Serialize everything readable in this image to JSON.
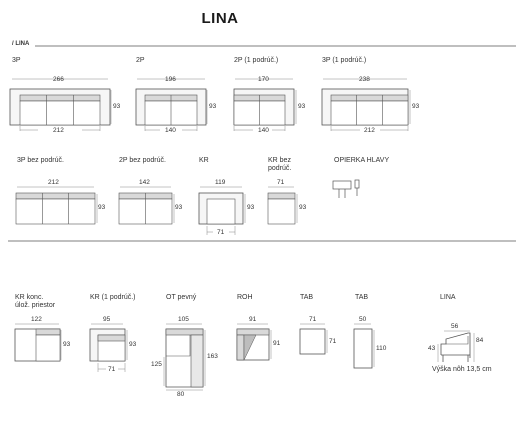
{
  "page": {
    "title": "LINA",
    "section": "/ LINA",
    "colors": {
      "line": "#555555",
      "thin": "#888888",
      "seat": "#d9d9d9",
      "armrest": "#e8e8e8",
      "frame": "#f6f6f6"
    }
  },
  "modules": [
    {
      "label": "3P",
      "width": "266",
      "height": "93",
      "depth": "212"
    },
    {
      "label": "2P",
      "width": "196",
      "height": "93",
      "depth": "140"
    },
    {
      "label": "2P (1 podrúč.)",
      "width": "170",
      "height": "93",
      "depth": "140"
    },
    {
      "label": "3P (1 podrúč.)",
      "width": "238",
      "height": "93",
      "depth": "212"
    },
    {
      "label": "3P bez podrúč.",
      "width": "212",
      "height": "93"
    },
    {
      "label": "2P bez podrúč.",
      "width": "142",
      "height": "93"
    },
    {
      "label": "KR",
      "width": "119",
      "height": "93",
      "depth": "71"
    },
    {
      "label": "KR bez\npodrúč.",
      "width": "71",
      "height": "93"
    },
    {
      "label": "OPIERKA HLAVY"
    },
    {
      "label": "KR konc.\núlož. priestor",
      "width": "122",
      "height": "93"
    },
    {
      "label": "KR (1 podrúč.)",
      "width": "95",
      "height": "93",
      "depth": "71"
    },
    {
      "label": "OT pevný",
      "width": "105",
      "height": "163",
      "depth": "80",
      "extra": "125"
    },
    {
      "label": "ROH",
      "width": "91",
      "height": "91"
    },
    {
      "label": "TAB",
      "width": "71",
      "height": "71"
    },
    {
      "label": "TAB",
      "width": "50",
      "height": "110"
    },
    {
      "label": "LINA",
      "width": "56",
      "height": "84",
      "extra": "43"
    }
  ],
  "note": "Výška nôh 13,5 cm"
}
